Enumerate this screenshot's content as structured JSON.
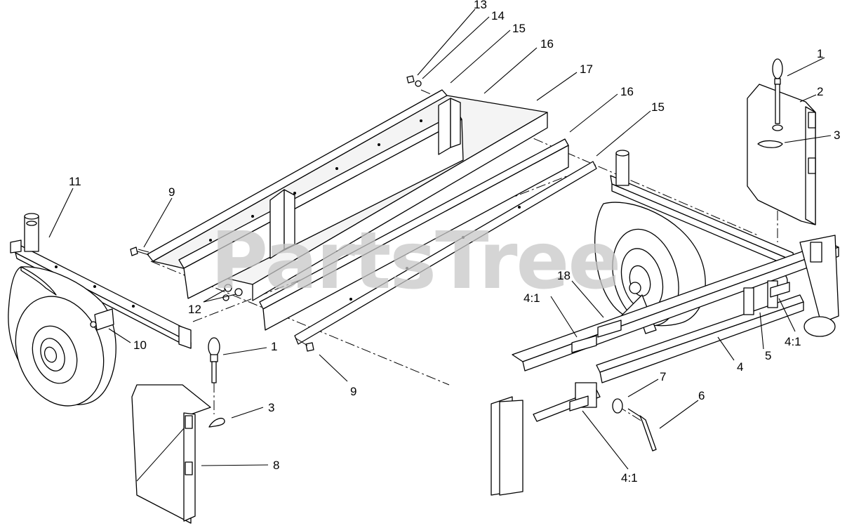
{
  "watermark": "PartsTree",
  "callouts": [
    {
      "id": "c13",
      "text": "13"
    },
    {
      "id": "c14",
      "text": "14"
    },
    {
      "id": "c15a",
      "text": "15"
    },
    {
      "id": "c16a",
      "text": "16"
    },
    {
      "id": "c17",
      "text": "17"
    },
    {
      "id": "c16b",
      "text": "16"
    },
    {
      "id": "c15b",
      "text": "15"
    },
    {
      "id": "c1a",
      "text": "1"
    },
    {
      "id": "c2",
      "text": "2"
    },
    {
      "id": "c3a",
      "text": "3"
    },
    {
      "id": "c11",
      "text": "11"
    },
    {
      "id": "c9a",
      "text": "9"
    },
    {
      "id": "c12",
      "text": "12"
    },
    {
      "id": "c10",
      "text": "10"
    },
    {
      "id": "c1b",
      "text": "1"
    },
    {
      "id": "c9b",
      "text": "9"
    },
    {
      "id": "c3b",
      "text": "3"
    },
    {
      "id": "c8",
      "text": "8"
    },
    {
      "id": "c18",
      "text": "18"
    },
    {
      "id": "c41a",
      "text": "4:1"
    },
    {
      "id": "c5",
      "text": "5"
    },
    {
      "id": "c41b",
      "text": "4:1"
    },
    {
      "id": "c4",
      "text": "4"
    },
    {
      "id": "c7",
      "text": "7"
    },
    {
      "id": "c6",
      "text": "6"
    },
    {
      "id": "c41c",
      "text": "4:1"
    }
  ]
}
